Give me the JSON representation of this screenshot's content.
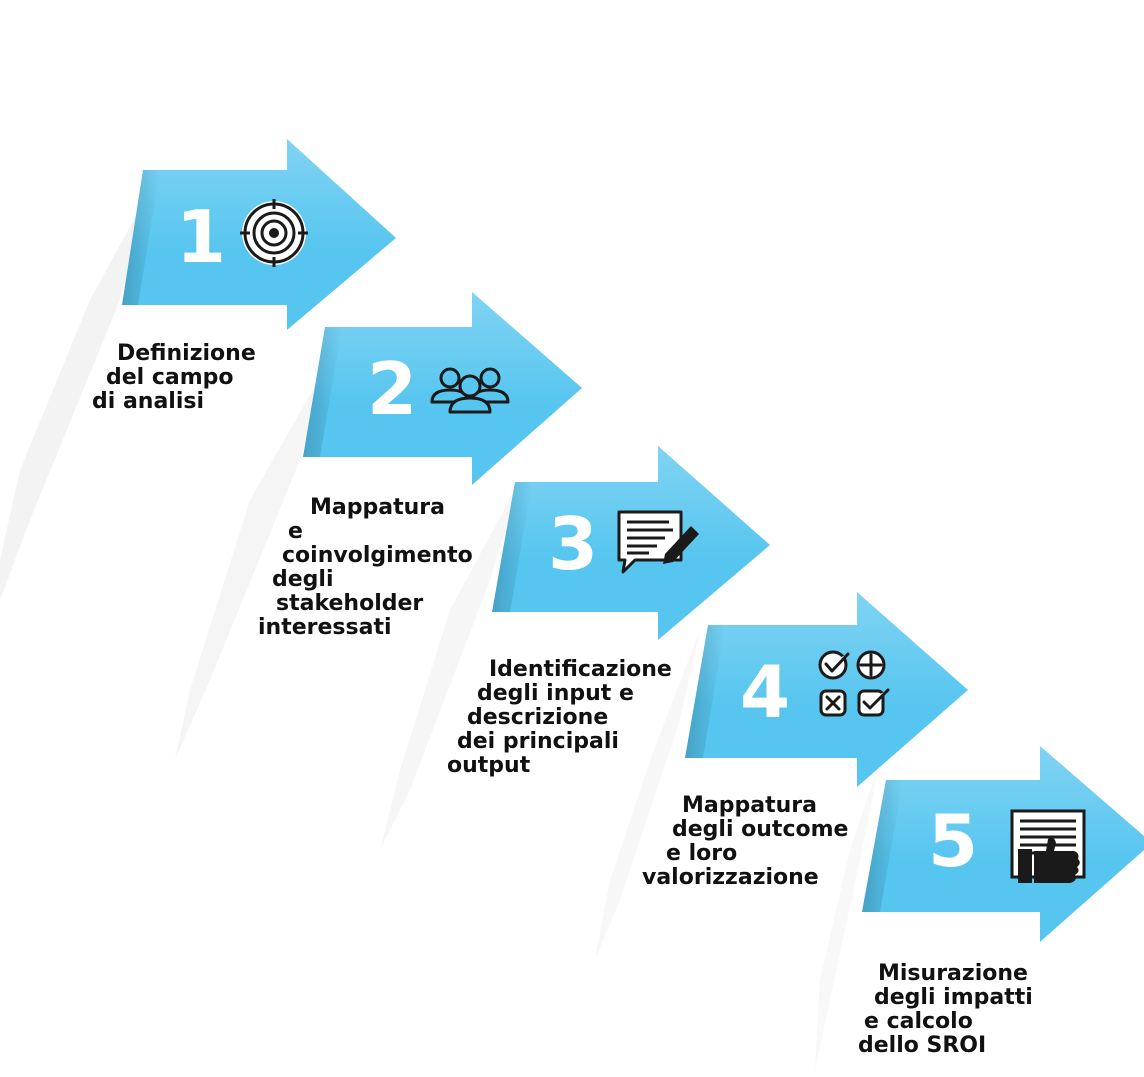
{
  "steps": [
    {
      "number": "1",
      "icon": "target-icon",
      "lines": [
        "Definizione",
        "del campo",
        "di analisi"
      ]
    },
    {
      "number": "2",
      "icon": "people-group-icon",
      "lines": [
        "Mappatura",
        "e",
        "coinvolgimento",
        "degli",
        "stakeholder",
        "interessati"
      ]
    },
    {
      "number": "3",
      "icon": "document-pen-icon",
      "lines": [
        "Identificazione",
        "degli input e",
        "descrizione",
        "dei principali",
        "output"
      ]
    },
    {
      "number": "4",
      "icon": "checklist-icon",
      "lines": [
        "Mappatura",
        "degli outcome",
        "e loro",
        "valorizzazione"
      ]
    },
    {
      "number": "5",
      "icon": "document-thumbs-up-icon",
      "lines": [
        "Misurazione",
        "degli impatti",
        "e calcolo",
        "dello SROI"
      ]
    }
  ],
  "colors": {
    "arrow": "#56c5ef",
    "arrow_dark": "#3ba9d6",
    "icon": "#1a1a1a",
    "text": "#111111"
  }
}
